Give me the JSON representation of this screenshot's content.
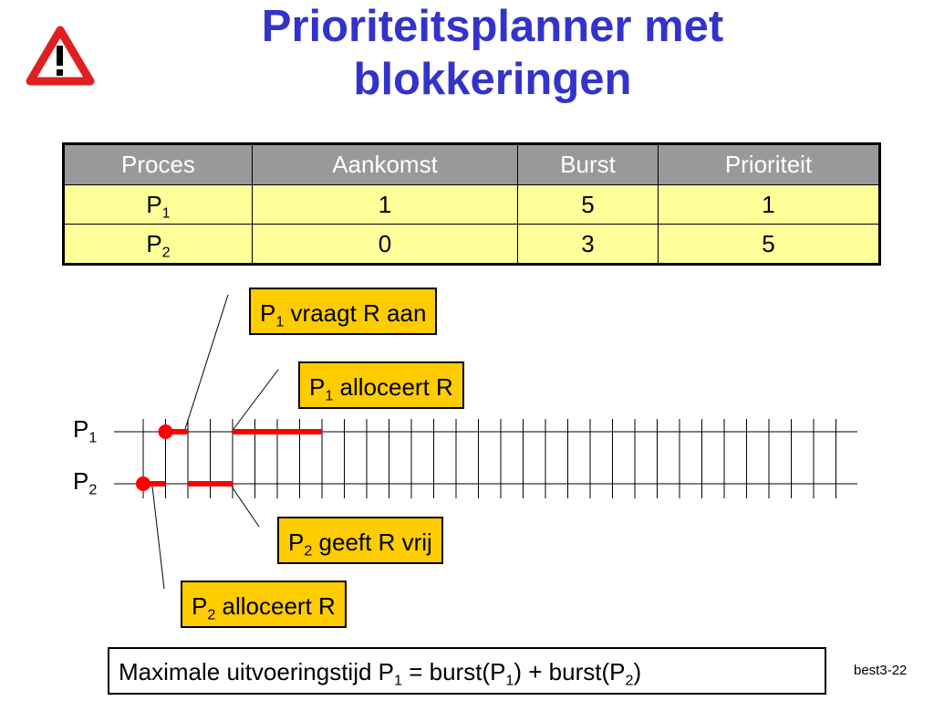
{
  "title": {
    "line1": "Prioriteitsplanner met",
    "line2": "blokkeringen"
  },
  "table": {
    "headers": [
      "Proces",
      "Aankomst",
      "Burst",
      "Prioriteit"
    ],
    "rows": [
      {
        "proc": "P",
        "sub": "1",
        "aankomst": "1",
        "burst": "5",
        "prioriteit": "1"
      },
      {
        "proc": "P",
        "sub": "2",
        "aankomst": "0",
        "burst": "3",
        "prioriteit": "5"
      }
    ]
  },
  "timeline": {
    "p1_label": "P",
    "p1_sub": "1",
    "p2_label": "P",
    "p2_sub": "2",
    "p1_segments": [
      [
        1,
        2
      ],
      [
        4,
        8
      ]
    ],
    "p2_segments": [
      [
        0,
        1
      ],
      [
        2,
        4
      ]
    ],
    "p1_marker": 1,
    "p2_marker": 0,
    "highlight_color": "#ff0000"
  },
  "callouts": {
    "c1": {
      "p": "P",
      "sub": "1",
      "text": " vraagt R aan"
    },
    "c2": {
      "p": "P",
      "sub": "1",
      "text": " alloceert R"
    },
    "c3": {
      "p": "P",
      "sub": "2",
      "text": " geeft R vrij"
    },
    "c4": {
      "p": "P",
      "sub": "2",
      "text": " alloceert R"
    }
  },
  "bottom": {
    "pre": "Maximale uitvoeringstijd P",
    "s1": "1",
    "mid1": " = burst(P",
    "s2": "1",
    "mid2": ") + burst(P",
    "s3": "2",
    "end": ")"
  },
  "slide_number": "best3-22",
  "colors": {
    "title": "#3333cc",
    "callout": "#ffcc00",
    "header_bg": "#999999",
    "row_bg": "#ffff99"
  }
}
